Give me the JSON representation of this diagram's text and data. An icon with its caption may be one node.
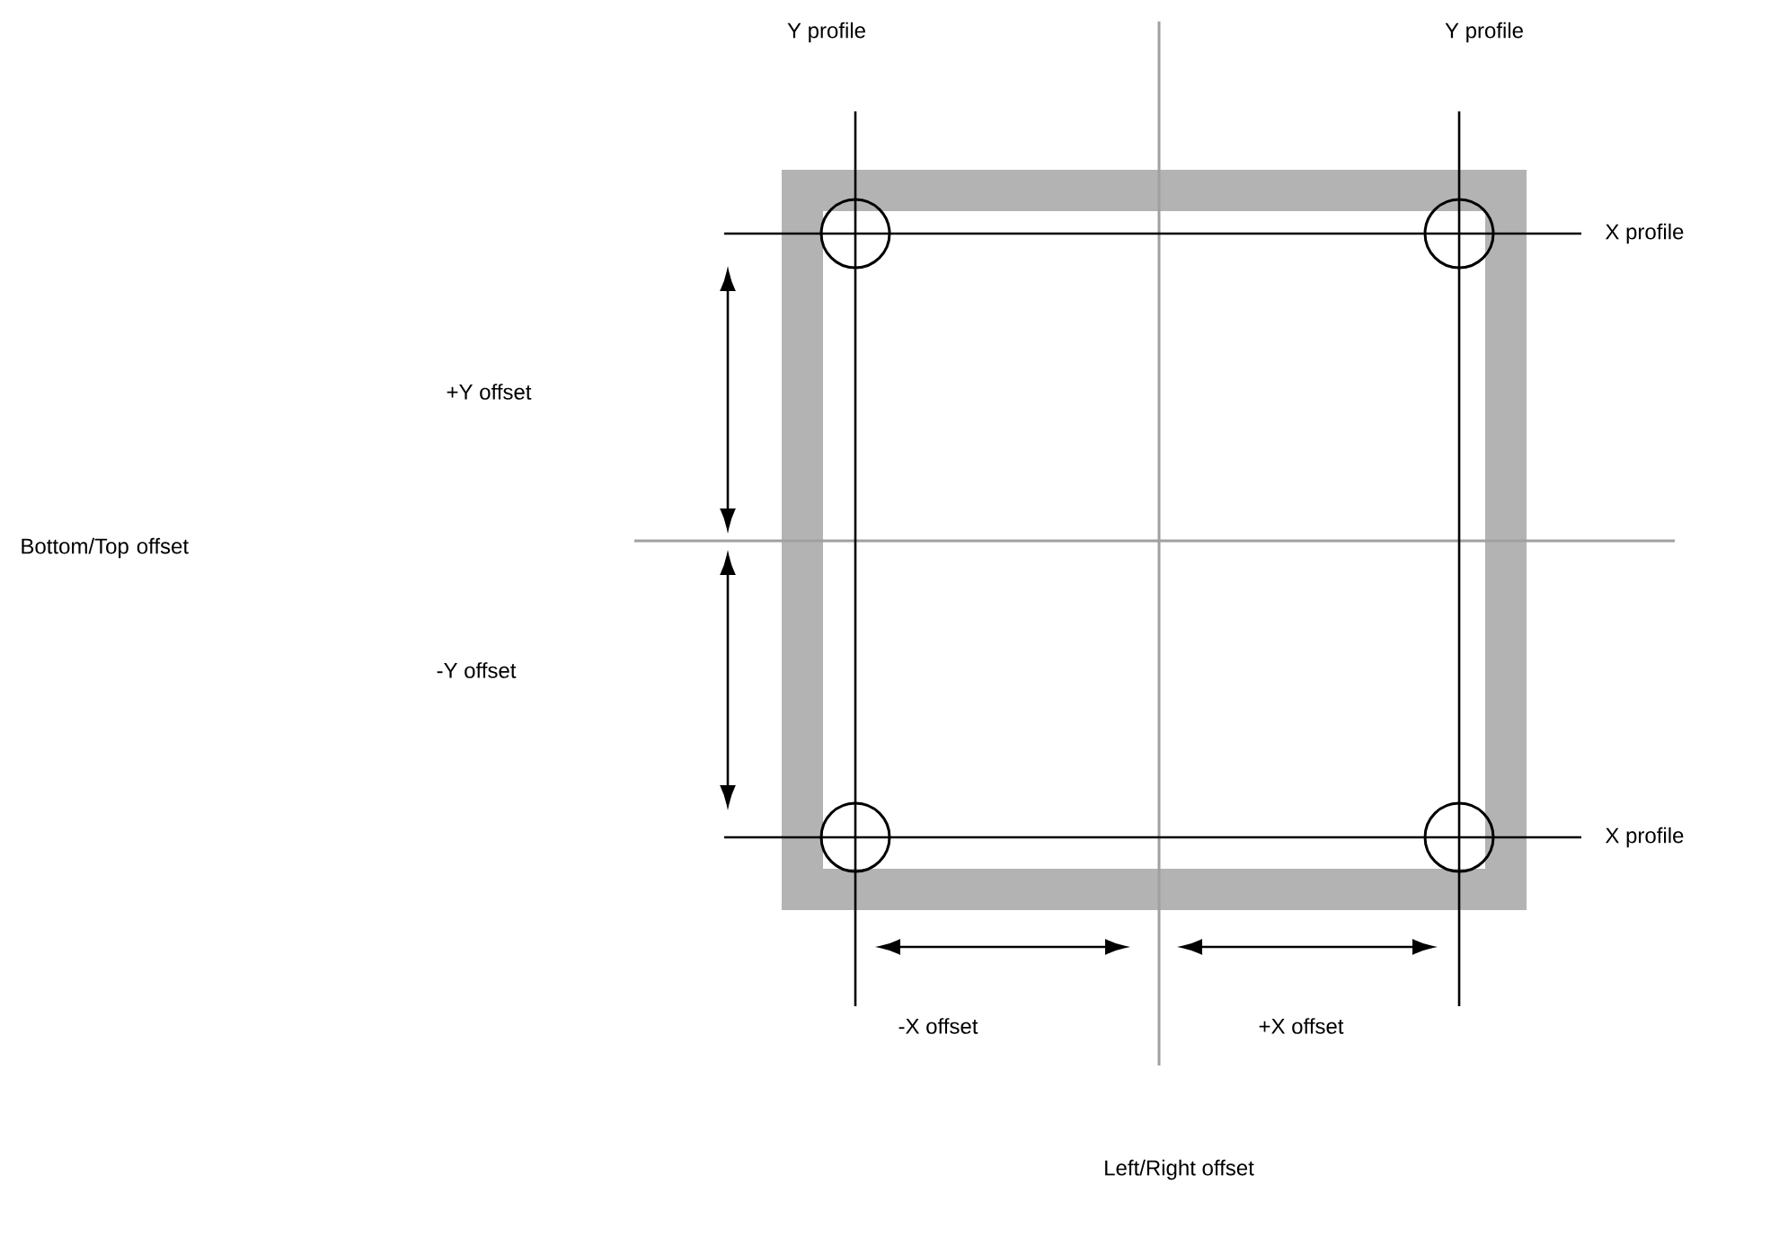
{
  "diagram": {
    "labels": [
      "Y profile",
      "Y profile",
      "X profile",
      "+Y offset",
      "Bottom/Top offset",
      "-Y offset",
      "X profile",
      "-X offset",
      "+X offset",
      "Left/Right offset"
    ]
  }
}
